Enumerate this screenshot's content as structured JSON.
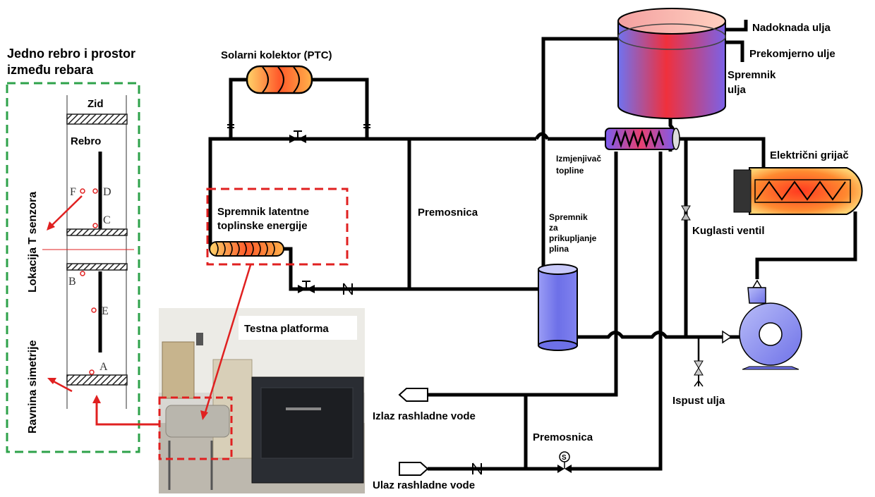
{
  "inset": {
    "title_line1": "Jedno rebro i prostor",
    "title_line2": "između rebara",
    "wall": "Zid",
    "fin": "Rebro",
    "sensor_location": "Lokacija T senzora",
    "symmetry_plane": "Ravnina simetrije",
    "points": {
      "A": "A",
      "B": "B",
      "C": "C",
      "D": "D",
      "E": "E",
      "F": "F"
    }
  },
  "photo": {
    "label": "Testna platforma"
  },
  "system": {
    "solar_collector": "Solarni kolektor (PTC)",
    "latent_storage_line1": "Spremnik latentne",
    "latent_storage_line2": "toplinske energije",
    "bypass_top": "Premosnica",
    "bypass_bottom": "Premosnica",
    "gas_tank_lines": [
      "Spremnik",
      "za",
      "prikupljanje",
      "plina"
    ],
    "heat_exchanger_lines": [
      "Izmjenjivač",
      "topline"
    ],
    "oil_tank_lines": [
      "Spremnik",
      "ulja"
    ],
    "oil_makeup": "Nadoknada ulja",
    "oil_overflow": "Prekomjerno ulje",
    "electric_heater": "Električni grijač",
    "ball_valve": "Kuglasti ventil",
    "oil_drain": "Ispust ulja",
    "cooling_water_out": "Izlaz rashladne vode",
    "cooling_water_in": "Ulaz rashladne vode",
    "flow_meter_symbol": "S"
  },
  "colors": {
    "inset_border": "#2ea24a",
    "callout_red": "#e02020",
    "pipe": "#000000",
    "tank_blue": "#6f72f0",
    "tank_red": "#f0303c"
  }
}
